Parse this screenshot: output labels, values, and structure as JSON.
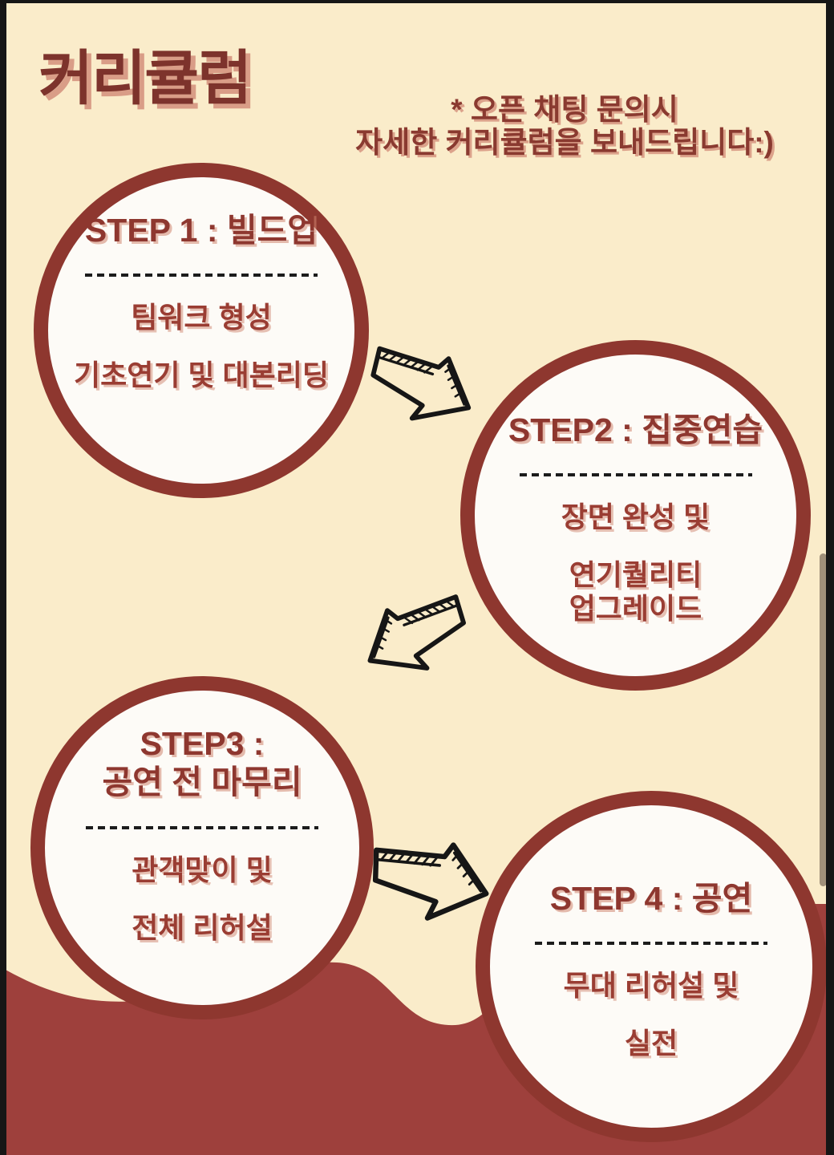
{
  "page": {
    "title": "커리큘럼",
    "note": {
      "line1": "* 오픈 채팅 문의시",
      "line2": "자세한 커리큘럼을 보내드립니다:)"
    }
  },
  "steps": [
    {
      "title": "STEP 1 : 빌드업",
      "lines": [
        "팀워크 형성",
        "기초연기 및 대본리딩"
      ]
    },
    {
      "title": "STEP2 : 집중연습",
      "lines": [
        "장면 완성 및",
        "연기퀄리티\n업그레이드"
      ]
    },
    {
      "title": "STEP3 :\n공연 전 마무리",
      "lines": [
        "관객맞이 및",
        "전체 리허설"
      ]
    },
    {
      "title": "STEP 4 : 공연",
      "lines": [
        "무대 리허설 및",
        "실전"
      ]
    }
  ],
  "icons": {
    "arrow_step1_to_2": "arrow-down-right-icon",
    "arrow_step2_to_3": "arrow-down-left-icon",
    "arrow_step3_to_4": "arrow-down-right-icon"
  },
  "colors": {
    "background": "#faecca",
    "circle_fill": "#fdfbf7",
    "circle_border": "#8e372f",
    "title_red": "#7d332c",
    "text_red": "#93392f",
    "text_shadow": "#d18a76",
    "wave_red": "#9e403c",
    "dash_black": "#1c1c1c",
    "edge_black": "#161616",
    "arrow_black": "#161616"
  }
}
